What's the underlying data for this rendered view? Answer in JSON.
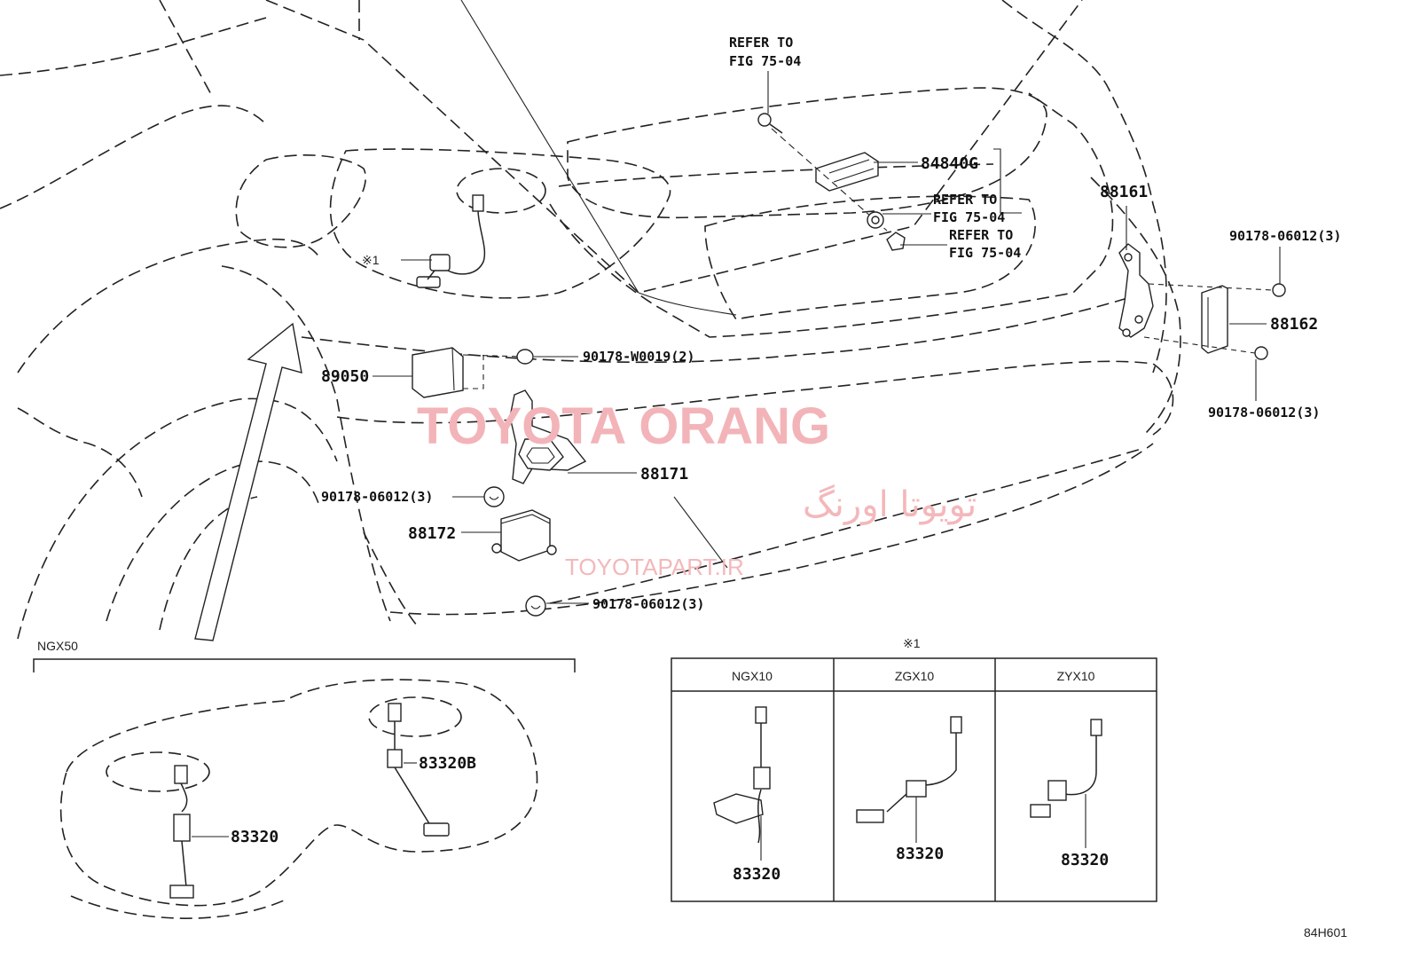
{
  "main_callouts": {
    "refer_top": [
      "REFER TO",
      "FIG 75-04"
    ],
    "p84840g": "84840G",
    "refer_mid1": [
      "REFER TO",
      "FIG 75-04"
    ],
    "refer_mid2": [
      "REFER TO",
      "FIG 75-04"
    ],
    "p88161": "88161",
    "p90178_06012_tr": "90178-06012(3)",
    "p88162": "88162",
    "p90178_06012_r": "90178-06012(3)",
    "mark1": "※1",
    "p89050": "89050",
    "p90178_w0019": "90178-W0019(2)",
    "p88171": "88171",
    "p90178_06012_l": "90178-06012(3)",
    "p88172": "88172",
    "p90178_06012_b": "90178-06012(3)"
  },
  "ngx50_inset": {
    "title": "NGX50",
    "p83320b": "83320B",
    "p83320": "83320"
  },
  "variant_table": {
    "mark": "※1",
    "columns": [
      {
        "header": "NGX10",
        "part": "83320"
      },
      {
        "header": "ZGX10",
        "part": "83320"
      },
      {
        "header": "ZYX10",
        "part": "83320"
      }
    ]
  },
  "watermark": {
    "brand": "TOYOTA ORANG",
    "persian": "تویوتا اورنگ",
    "site": "TOYOTAPART.IR"
  },
  "figure_code": "84H601",
  "colors": {
    "ink": "#222222",
    "watermark": "#f2b4b8"
  }
}
